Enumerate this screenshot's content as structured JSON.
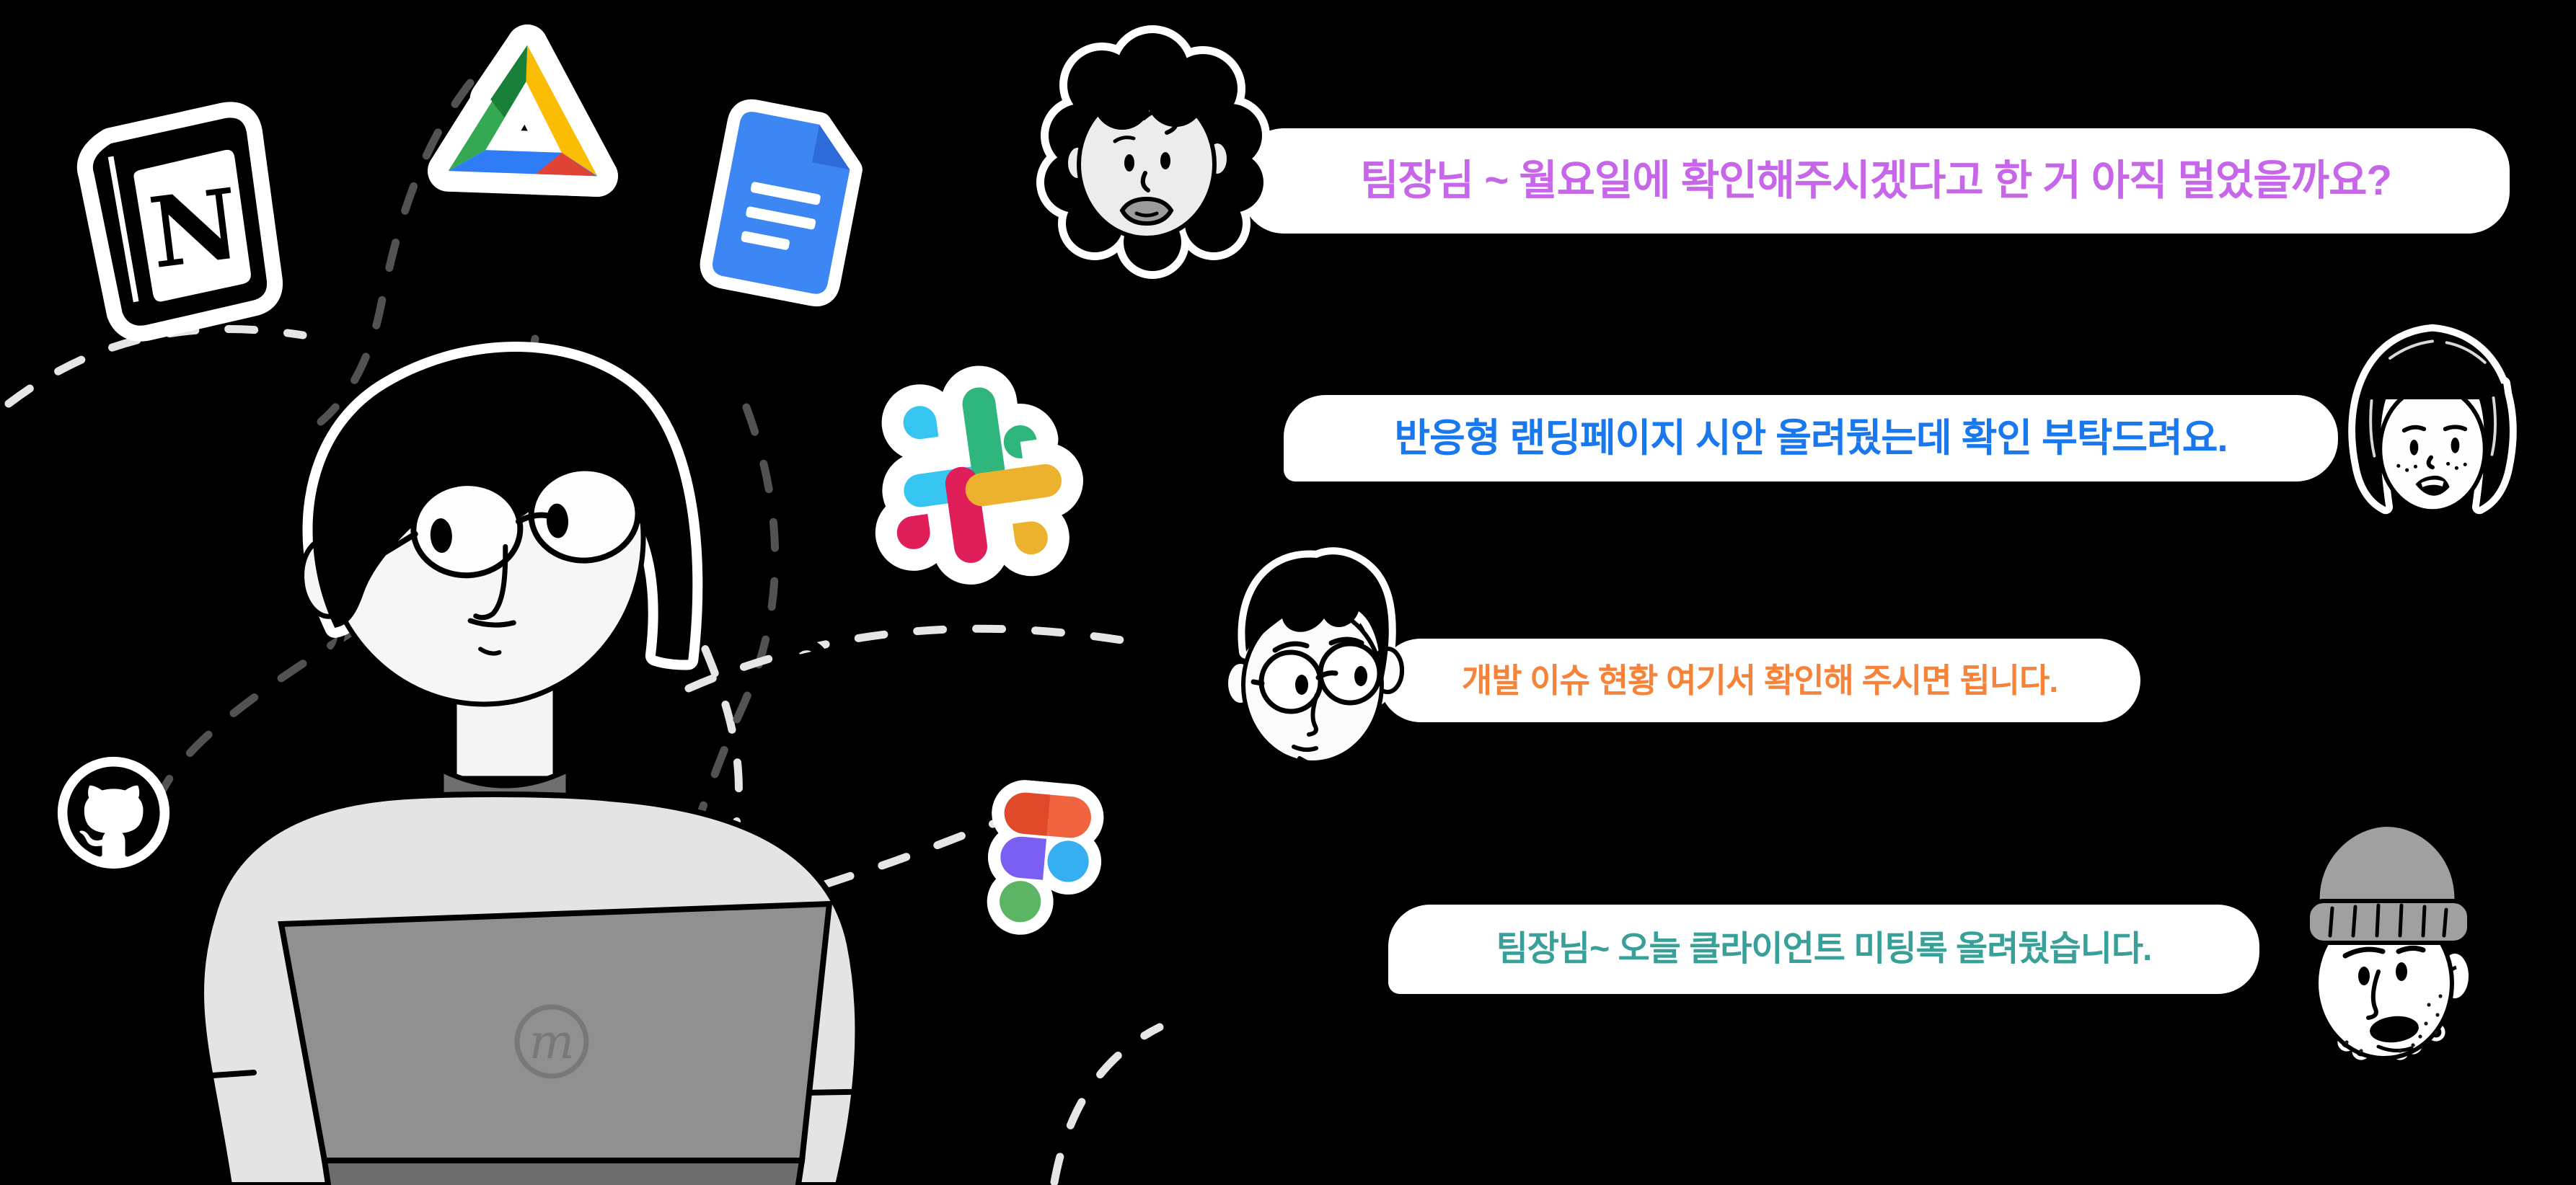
{
  "background": "#000000",
  "illustration": {
    "person": {
      "description": "stressed team lead with glasses sitting behind a laptop",
      "laptop_logo": "m",
      "sweater_color": "#e4e4e4",
      "laptop_color": "#8f8f8f"
    },
    "app_icons": [
      {
        "name": "notion",
        "letter": "N",
        "colors": [
          "#000000",
          "#ffffff"
        ]
      },
      {
        "name": "google-drive",
        "colors": [
          "#34a853",
          "#188038",
          "#fbbc04",
          "#2e7cf6",
          "#e04235"
        ]
      },
      {
        "name": "google-docs",
        "colors": [
          "#3d87f4",
          "#2d6bd8",
          "#ffffff"
        ]
      },
      {
        "name": "slack",
        "colors": [
          "#36c5f0",
          "#2eb67d",
          "#e01e5a",
          "#ecb22e"
        ]
      },
      {
        "name": "github",
        "colors": [
          "#000000",
          "#ffffff"
        ]
      },
      {
        "name": "figma",
        "colors": [
          "#e1492b",
          "#f0653f",
          "#7b5ff2",
          "#35aef2",
          "#5cb564"
        ]
      }
    ],
    "doodles": "black squiggle coils with white sticker outlines",
    "dashed_line_colors": [
      "#525252",
      "#e6e6e6"
    ]
  },
  "messages": [
    {
      "side": "left",
      "avatar": "curly-hair-woman",
      "text": "팀장님 ~ 월요일에 확인해주시겠다고 한 거 아직 멀었을까요?",
      "color": "#c766e9"
    },
    {
      "side": "right",
      "avatar": "bob-hair-woman",
      "text": "반응형 랜딩페이지 시안 올려뒀는데 확인 부탁드려요.",
      "color": "#1a78ee"
    },
    {
      "side": "left",
      "avatar": "glasses-man",
      "text": "개발 이슈 현황 여기서 확인해 주시면 됩니다.",
      "color": "#f5833a"
    },
    {
      "side": "right",
      "avatar": "beanie-man",
      "text": "팀장님~ 오늘 클라이언트 미팅록 올려뒀습니다.",
      "color": "#38a098"
    }
  ]
}
